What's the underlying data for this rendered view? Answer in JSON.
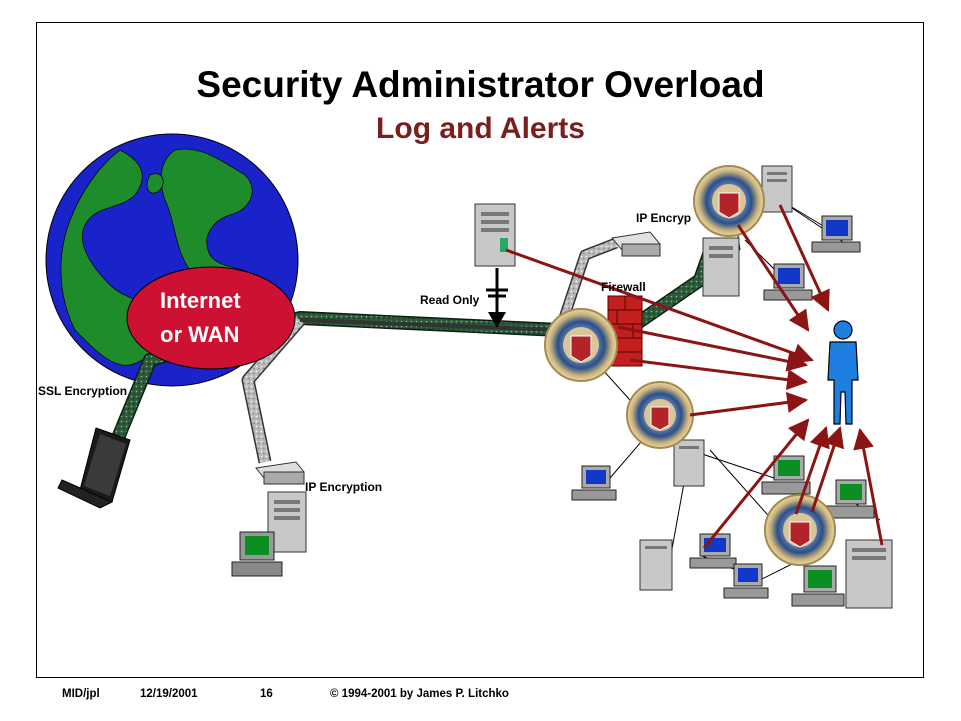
{
  "slide": {
    "title": "Security Administrator Overload",
    "subtitle": "Log and Alerts"
  },
  "labels": {
    "internet_line1": "Internet",
    "internet_line2": "or WAN",
    "ssl_encryption": "SSL Encryption",
    "ip_encryption_bottom": "IP Encryption",
    "ip_encryption_top": "IP Encryp",
    "read_only": "Read Only",
    "firewall": "Firewall"
  },
  "footer": {
    "author": "MID/jpl",
    "date": "12/19/2001",
    "page": "16",
    "copyright": "© 1994-2001 by James P. Litchko"
  },
  "colors": {
    "subtitle": "#7a1e1e",
    "arrow": "#8b1414",
    "internet_oval": "#cc1133",
    "secure_link": "#2e6b3d",
    "person": "#1e7fe0"
  }
}
